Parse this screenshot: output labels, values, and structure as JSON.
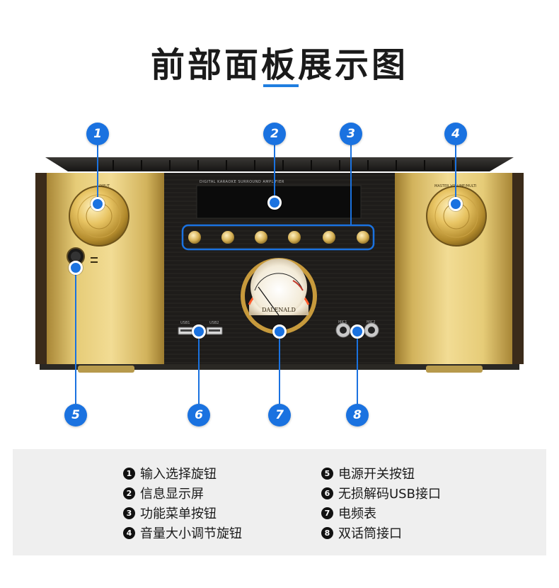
{
  "title": "前部面板展示图",
  "device": {
    "display_caption": "DIGITAL KARAOKE SURROUND AMPLIFIER",
    "input_label": "INPUT",
    "volume_label": "MASTER VOLUME/MULTI",
    "meter_brand": "DALENALD",
    "usb_label_1": "USB1",
    "usb_label_2": "USB2",
    "mic_label_1": "MIC1",
    "mic_label_2": "MIC2"
  },
  "callouts": [
    "1",
    "2",
    "3",
    "4",
    "5",
    "6",
    "7",
    "8"
  ],
  "legend": [
    {
      "num": "1",
      "text": "输入选择旋钮"
    },
    {
      "num": "2",
      "text": "信息显示屏"
    },
    {
      "num": "3",
      "text": "功能菜单按钮"
    },
    {
      "num": "4",
      "text": "音量大小调节旋钮"
    },
    {
      "num": "5",
      "text": "电源开关按钮"
    },
    {
      "num": "6",
      "text": "无损解码USB接口"
    },
    {
      "num": "7",
      "text": "电频表"
    },
    {
      "num": "8",
      "text": "双话筒接口"
    }
  ],
  "colors": {
    "accent": "#1a72e0",
    "gold": "#c9a545",
    "chassis": "#1c1b1a"
  }
}
